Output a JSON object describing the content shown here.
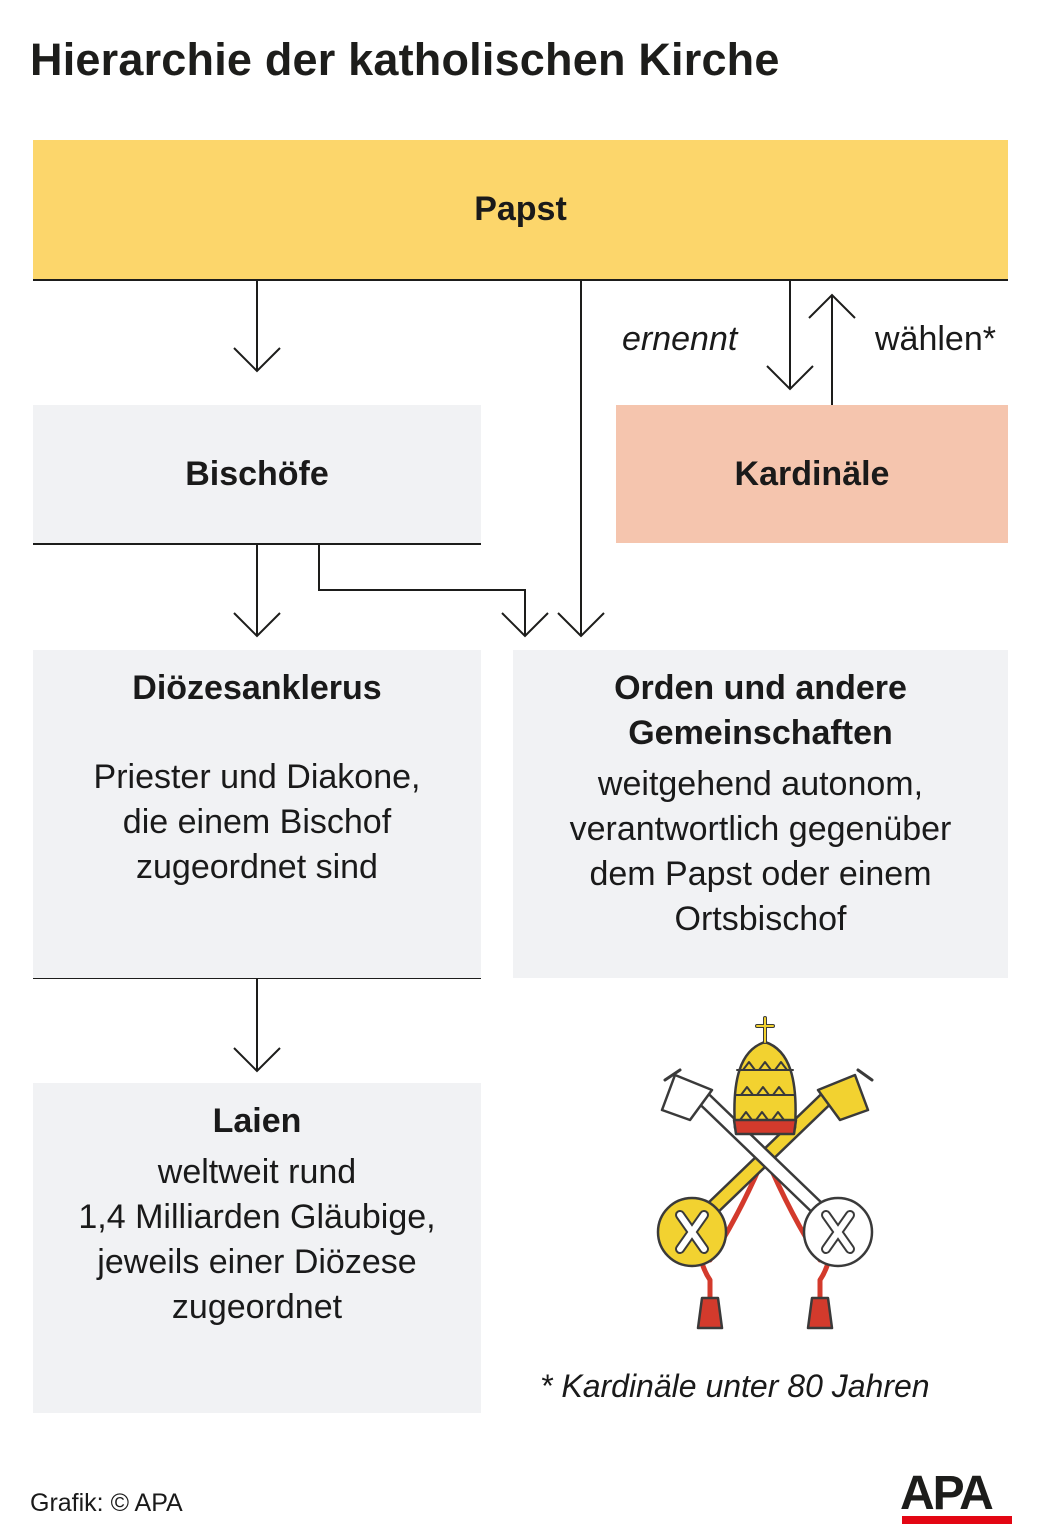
{
  "title": "Hierarchie der katholischen Kirche",
  "nodes": {
    "papst": {
      "title": "Papst"
    },
    "bischoefe": {
      "title": "Bischöfe"
    },
    "kardinaele": {
      "title": "Kardinäle"
    },
    "dioezesanklerus": {
      "title": "Diözesanklerus",
      "desc": [
        "Priester und Diakone,",
        "die einem Bischof",
        "zugeordnet sind"
      ]
    },
    "orden": {
      "title": [
        "Orden und andere",
        "Gemeinschaften"
      ],
      "desc": [
        "weitgehend autonom,",
        "verantwortlich gegenüber",
        "dem Papst oder einem",
        "Ortsbischof"
      ]
    },
    "laien": {
      "title": "Laien",
      "desc": [
        "weltweit rund",
        "1,4 Milliarden Gläubige,",
        "jeweils einer Diözese",
        "zugeordnet"
      ]
    }
  },
  "edge_labels": {
    "ernennt": "ernennt",
    "waehlen": "wählen*"
  },
  "footnote": "* Kardinäle unter 80 Jahren",
  "credit": "Grafik: © APA",
  "logo_text": "APA",
  "emblem": "papal-coat-of-arms-keys-tiara",
  "colors": {
    "papst": "#fcd66b",
    "kardinaele": "#f5c5ae",
    "box": "#f1f2f4",
    "logo_accent": "#e30613"
  }
}
